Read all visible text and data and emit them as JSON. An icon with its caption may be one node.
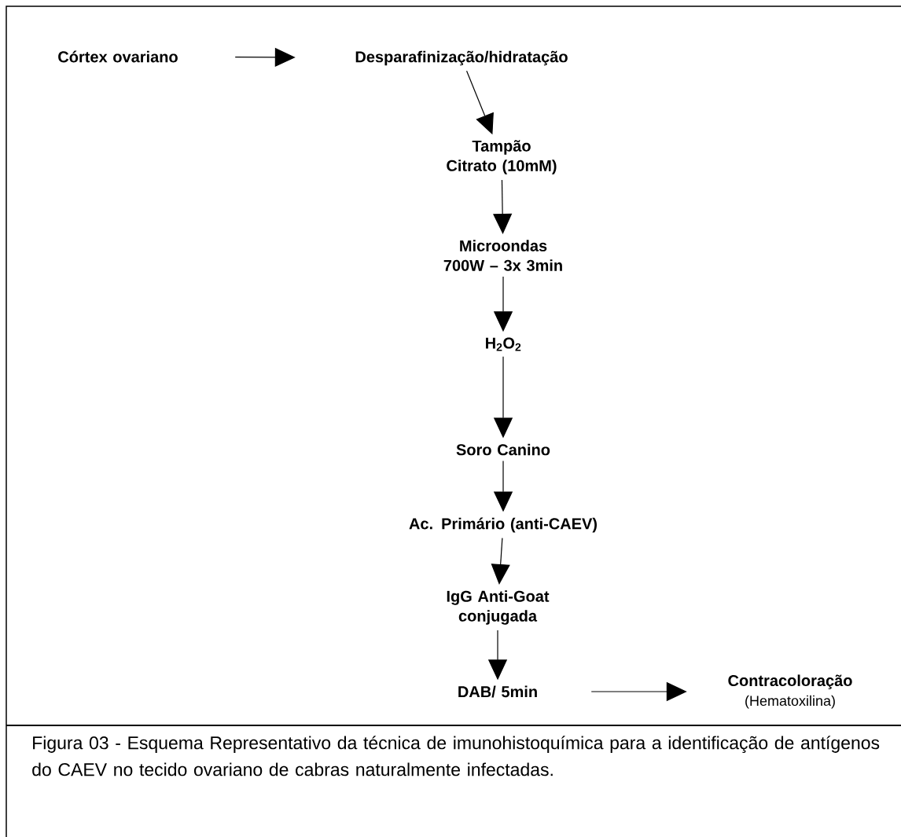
{
  "diagram": {
    "caption": "Figura 03 - Esquema Representativo da técnica de imunohistoquímica para a identificação de antígenos do CAEV no tecido ovariano de cabras naturalmente infectadas.",
    "nodes": [
      {
        "text": [
          "Córtex ovariano"
        ]
      },
      {
        "text": [
          "Desparafinização/hidratação"
        ]
      },
      {
        "text": [
          "Tampão Citrato (10mM)"
        ]
      },
      {
        "text": [
          "Microondas 700W – 3x 3min"
        ]
      },
      {
        "text": [
          "H$_{2}$O$_{2}$"
        ]
      },
      {
        "text": [
          "Soro Canino"
        ]
      },
      {
        "text": [
          "Ac. Primário (anti-CAEV)"
        ]
      },
      {
        "text": [
          "IgG Anti-Goat conjugada"
        ]
      },
      {
        "text": [
          "DAB/ 5min"
        ]
      },
      {
        "text": [
          "Contracoloração",
          "(Hematoxilina)"
        ]
      }
    ],
    "edges": [
      {
        "from": 0,
        "to": 1,
        "arrow": "to"
      },
      {
        "from": 1,
        "to": 2,
        "arrow": "to"
      },
      {
        "from": 2,
        "to": 3,
        "arrow": "to"
      },
      {
        "from": 3,
        "to": 4,
        "arrow": "to"
      },
      {
        "from": 4,
        "to": 5,
        "arrow": "to"
      },
      {
        "from": 5,
        "to": 6,
        "arrow": "to"
      },
      {
        "from": 6,
        "to": 7,
        "arrow": "to"
      },
      {
        "from": 7,
        "to": 8,
        "arrow": "to"
      },
      {
        "from": 8,
        "to": 9,
        "arrow": "to"
      }
    ]
  }
}
